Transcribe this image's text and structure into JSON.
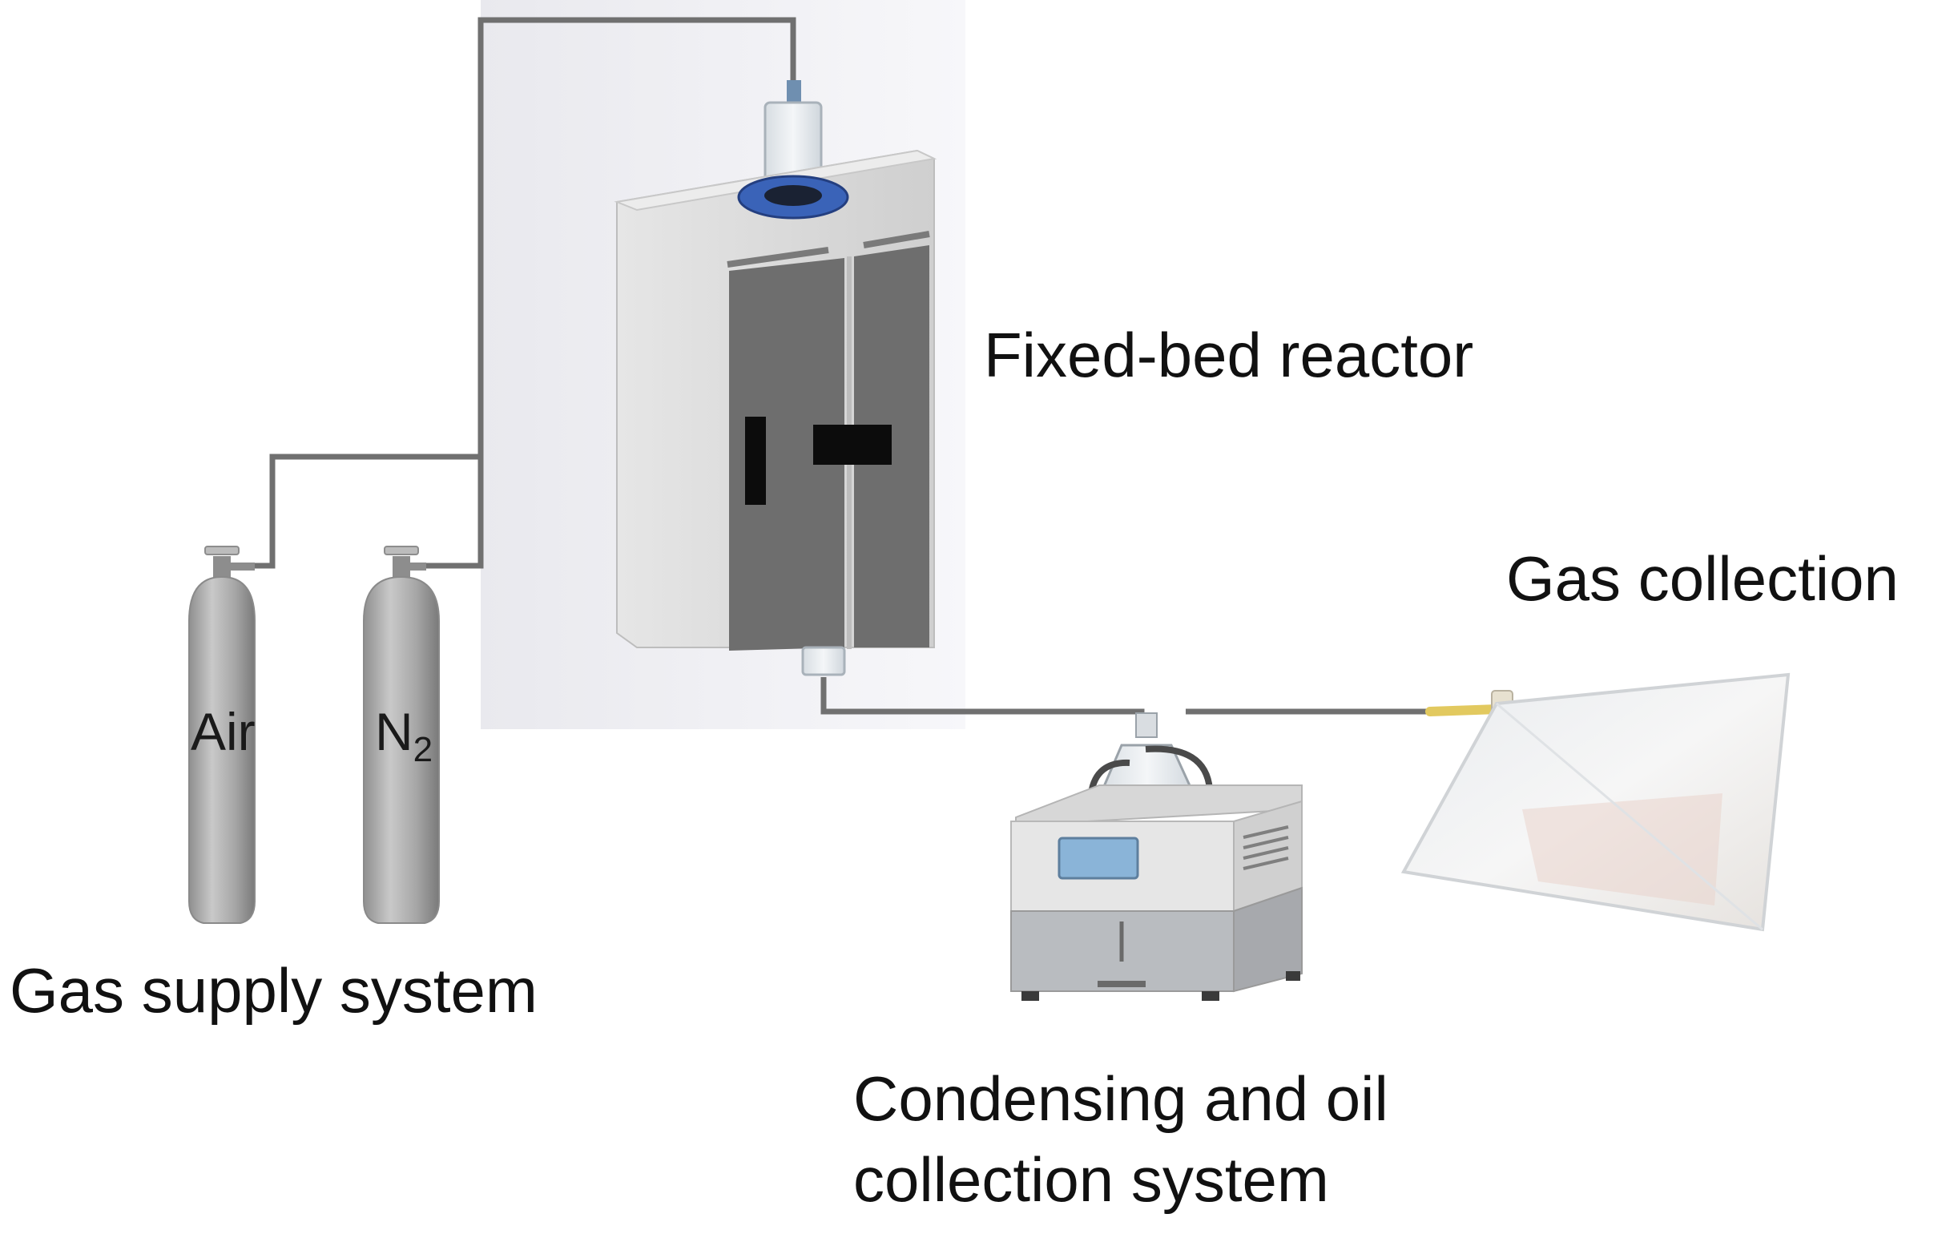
{
  "labels": {
    "gas_supply": "Gas supply system",
    "reactor": "Fixed-bed reactor",
    "gas_collection": "Gas collection",
    "condensing_line1": "Condensing and oil",
    "condensing_line2": "collection system"
  },
  "cylinders": {
    "air": "Air",
    "n2_main": "N",
    "n2_sub": "2"
  },
  "colors": {
    "pipe": "#707070",
    "cylinder": "#a9a9a9",
    "reactor_panel": "#6e6e6e",
    "reactor_body": "#d9d9d9",
    "flange_blue": "#3a63b8",
    "condenser_screen": "#8ab4d8",
    "bag_tube": "#e8d27a"
  }
}
